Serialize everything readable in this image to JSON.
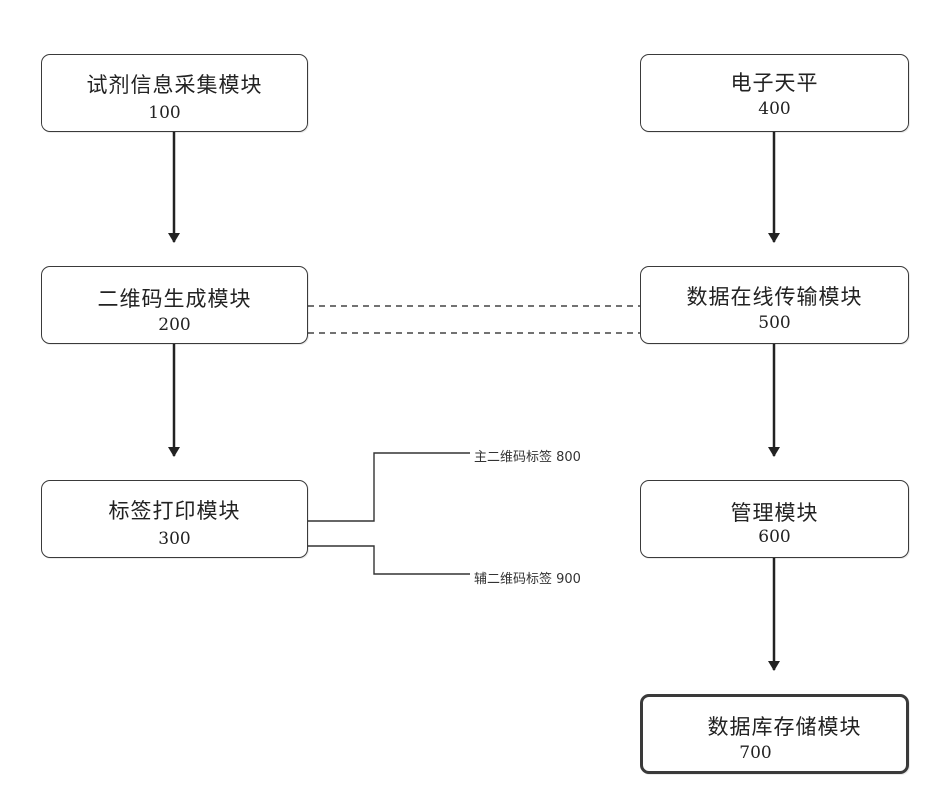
{
  "modules": {
    "m100": {
      "name": "试剂信息采集模块",
      "code": "100"
    },
    "m200": {
      "name": "二维码生成模块",
      "code": "200"
    },
    "m300": {
      "name": "标签打印模块",
      "code": "300"
    },
    "m400": {
      "name": "电子天平",
      "code": "400"
    },
    "m500": {
      "name": "数据在线传输模块",
      "code": "500"
    },
    "m600": {
      "name": "管理模块",
      "code": "600"
    },
    "m700": {
      "name": "数据库存储模块",
      "code": "700"
    }
  },
  "labels": {
    "main_qr": "主二维码标签 800",
    "aux_qr": "辅二维码标签 900"
  },
  "colors": {
    "line": "#222222",
    "dashed": "#444444"
  }
}
